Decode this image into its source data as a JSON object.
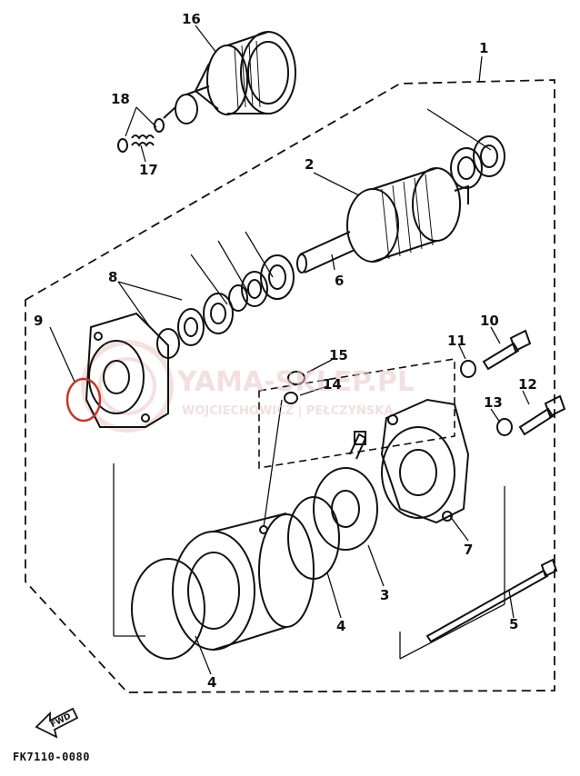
{
  "diagram": {
    "part_numbers": [
      "1",
      "2",
      "3",
      "4",
      "4",
      "5",
      "6",
      "7",
      "8",
      "9",
      "10",
      "11",
      "12",
      "13",
      "14",
      "15",
      "16",
      "17",
      "18"
    ],
    "fwd_label": "FWD",
    "figure_code": "FK7110-0080",
    "watermark": {
      "title": "YAMA-SKLEP.PL",
      "subtitle": "WOJCIECHOWICZ | PEŁCZYŃSKA"
    },
    "colors": {
      "ink": "#111111",
      "watermark": "#e8c8c8",
      "gasket": "#c0392b"
    }
  }
}
